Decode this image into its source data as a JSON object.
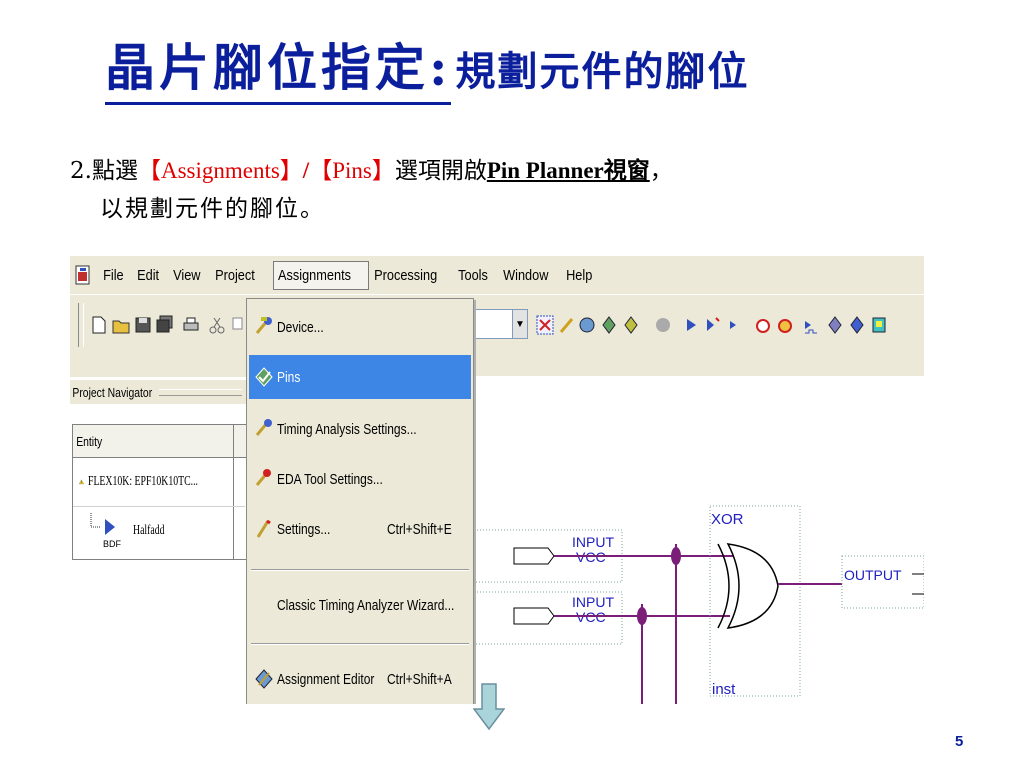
{
  "slide": {
    "title_main": "晶片腳位指定:",
    "title_sub": "規劃元件的腳位",
    "page_number": "5"
  },
  "body": {
    "prefix": "2.點選",
    "menu1": "【Assignments】",
    "slash": "/",
    "menu2": "【Pins】",
    "middle": "選項開啟",
    "target": "Pin Planner視窗",
    "suffix": "，",
    "line2": "以規劃元件的腳位。"
  },
  "app": {
    "menubar": [
      "File",
      "Edit",
      "View",
      "Project",
      "Assignments",
      "Processing",
      "Tools",
      "Window",
      "Help"
    ],
    "active_menu": "Assignments",
    "navigator_title": "Project Navigator",
    "entity_header": "Entity",
    "entity_rows": [
      "FLEX10K: EPF10K10TC...",
      "Halfadd"
    ],
    "bdf_label": "BDF"
  },
  "menu": {
    "items": [
      {
        "label": "Device...",
        "shortcut": ""
      },
      {
        "label": "Pins",
        "shortcut": ""
      },
      {
        "label": "Timing Analysis Settings...",
        "shortcut": ""
      },
      {
        "label": "EDA Tool Settings...",
        "shortcut": ""
      },
      {
        "label": "Settings...",
        "shortcut": "Ctrl+Shift+E"
      },
      {
        "label": "Classic Timing Analyzer Wizard...",
        "shortcut": ""
      },
      {
        "label": "Assignment Editor",
        "shortcut": "Ctrl+Shift+A"
      }
    ],
    "highlighted": "Pins"
  },
  "schematic": {
    "input1_label": "INPUT",
    "input1_vcc": "VCC",
    "input2_label": "INPUT",
    "input2_vcc": "VCC",
    "gate_type": "XOR",
    "gate_inst": "inst",
    "output_label": "OUTPUT",
    "wire_color": "#7b1e7a",
    "label_color": "#2020c0"
  },
  "colors": {
    "title": "#0b1f9c",
    "highlight_red": "#e00000",
    "menu_highlight": "#3d86e6",
    "arrow_fill": "#a9d4d9"
  }
}
